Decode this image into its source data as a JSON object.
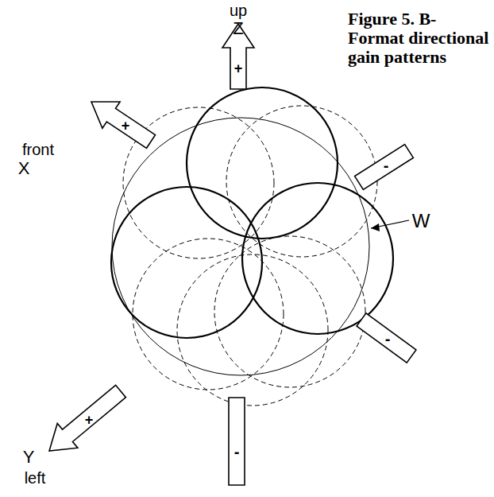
{
  "diagram": {
    "caption": "Figure 5. B-Format directional gain patterns",
    "labels": [
      "up",
      "Z",
      "front",
      "X",
      "Y",
      "left",
      "W",
      "+",
      "+",
      "+",
      "-",
      "-",
      "-"
    ]
  }
}
